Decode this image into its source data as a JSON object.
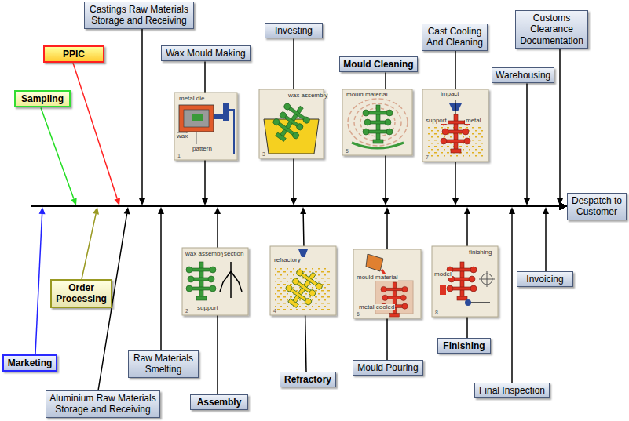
{
  "diagram": {
    "nodes": [
      {
        "text": [
          "Castings Raw Materials Storage and Receiving"
        ]
      },
      {
        "text": [
          "PPIC"
        ]
      },
      {
        "text": [
          "Sampling"
        ]
      },
      {
        "text": [
          "Wax Mould Making"
        ]
      },
      {
        "text": [
          "Investing"
        ]
      },
      {
        "text": [
          "Mould Cleaning"
        ]
      },
      {
        "text": [
          "Cast Cooling And Cleaning"
        ]
      },
      {
        "text": [
          "Customs Clearance Documentation"
        ]
      },
      {
        "text": [
          "Warehousing"
        ]
      },
      {
        "text": [
          "Despatch to Customer"
        ]
      },
      {
        "text": [
          "Marketing"
        ]
      },
      {
        "text": [
          "Order Processing"
        ]
      },
      {
        "text": [
          "Aluminium Raw Materials Storage and Receiving"
        ]
      },
      {
        "text": [
          "Raw Materials Smelting"
        ]
      },
      {
        "text": [
          "Assembly"
        ]
      },
      {
        "text": [
          "Refractory"
        ]
      },
      {
        "text": [
          "Mould Pouring"
        ]
      },
      {
        "text": [
          "Finishing"
        ]
      },
      {
        "text": [
          "Final Inspection"
        ]
      },
      {
        "text": [
          "Invoicing"
        ]
      }
    ],
    "edges": [
      {
        "from": 2,
        "to": 9,
        "arrow": "to"
      },
      {
        "from": 1,
        "to": 9,
        "arrow": "to"
      },
      {
        "from": 0,
        "to": 9,
        "arrow": "to"
      },
      {
        "from": 3,
        "to": 9,
        "arrow": "to"
      },
      {
        "from": 4,
        "to": 9,
        "arrow": "to"
      },
      {
        "from": 5,
        "to": 9,
        "arrow": "to"
      },
      {
        "from": 6,
        "to": 9,
        "arrow": "to"
      },
      {
        "from": 8,
        "to": 9,
        "arrow": "to"
      },
      {
        "from": 7,
        "to": 9,
        "arrow": "to"
      },
      {
        "from": 10,
        "to": 9,
        "arrow": "to"
      },
      {
        "from": 11,
        "to": 9,
        "arrow": "to"
      },
      {
        "from": 12,
        "to": 9,
        "arrow": "to"
      },
      {
        "from": 13,
        "to": 9,
        "arrow": "to"
      },
      {
        "from": 14,
        "to": 9,
        "arrow": "to"
      },
      {
        "from": 15,
        "to": 9,
        "arrow": "to"
      },
      {
        "from": 16,
        "to": 9,
        "arrow": "to"
      },
      {
        "from": 17,
        "to": 9,
        "arrow": "to"
      },
      {
        "from": 18,
        "to": 9,
        "arrow": "to"
      },
      {
        "from": 19,
        "to": 9,
        "arrow": "to"
      }
    ],
    "labels": [
      "metal die",
      "wax",
      "pattern",
      "1",
      "wax assembly",
      "3",
      "mould material",
      "5",
      "impact",
      "support",
      "metal",
      "7",
      "wax assembly",
      "section",
      "support",
      "2",
      "refractory",
      "4",
      "mould material",
      "metal cooled",
      "6",
      "finishing",
      "model",
      "8"
    ]
  }
}
